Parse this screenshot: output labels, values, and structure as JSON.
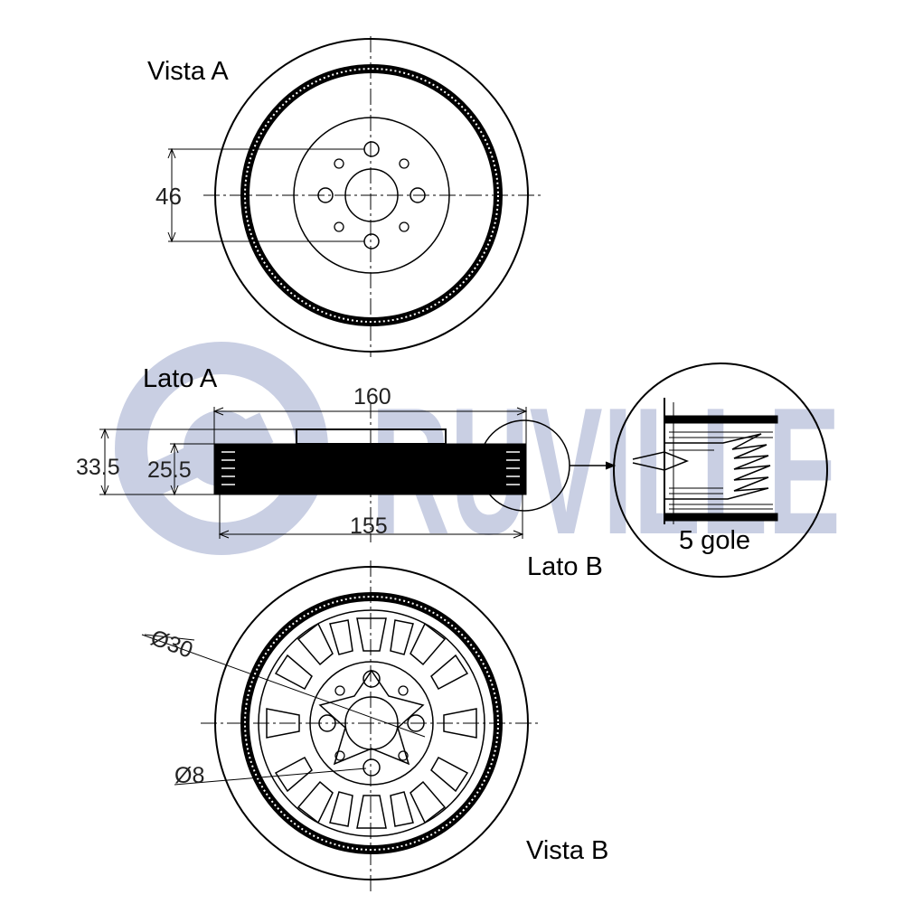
{
  "watermark": {
    "brand": "RUVILLE",
    "color": "#c9cfe3"
  },
  "labels": {
    "vista_a": "Vista A",
    "lato_a": "Lato A",
    "lato_b": "Lato B",
    "vista_b": "Vista B",
    "grooves": "5 gole"
  },
  "dimensions": {
    "bolt_spacing": "46",
    "outer_diameter": "160",
    "belt_diameter": "155",
    "total_width": "33.5",
    "belt_width": "25.5",
    "center_bore": "Ø30",
    "bolt_hole": "Ø8"
  },
  "colors": {
    "line": "#000000",
    "ring": "#000000"
  }
}
